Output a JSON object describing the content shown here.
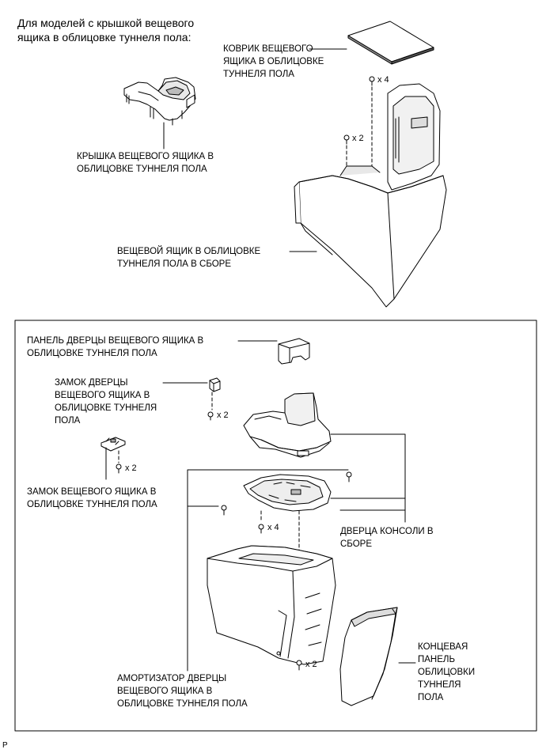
{
  "header": {
    "title_line1": "Для моделей с крышкой вещевого",
    "title_line2": "ящика в облицовке туннеля пола:"
  },
  "top_section": {
    "mat": [
      "КОВРИК ВЕЩЕВОГО",
      "ЯЩИКА В ОБЛИЦОВКЕ",
      "ТУННЕЛЯ ПОЛА"
    ],
    "lid": [
      "КРЫШКА ВЕЩЕВОГО ЯЩИКА В",
      "ОБЛИЦОВКЕ ТУННЕЛЯ ПОЛА"
    ],
    "box": [
      "ВЕЩЕВОЙ ЯЩИК В ОБЛИЦОВКЕ",
      "ТУННЕЛЯ ПОЛА В СБОРЕ"
    ],
    "qty_x4": "x 4",
    "qty_x2": "x 2"
  },
  "bottom_section": {
    "door_panel": [
      "ПАНЕЛЬ ДВЕРЦЫ ВЕЩЕВОГО ЯЩИКА В",
      "ОБЛИЦОВКЕ ТУННЕЛЯ ПОЛА"
    ],
    "door_lock": [
      "ЗАМОК ДВЕРЦЫ",
      "ВЕЩЕВОГО ЯЩИКА В",
      "ОБЛИЦОВКЕ ТУННЕЛЯ",
      "ПОЛА"
    ],
    "box_lock": [
      "ЗАМОК ВЕЩЕВОГО ЯЩИКА В",
      "ОБЛИЦОВКЕ ТУННЕЛЯ ПОЛА"
    ],
    "console_door": [
      "ДВЕРЦА КОНСОЛИ В",
      "СБОРЕ"
    ],
    "end_panel": [
      "КОНЦЕВАЯ",
      "ПАНЕЛЬ",
      "ОБЛИЦОВКИ",
      "ТУННЕЛЯ",
      "ПОЛА"
    ],
    "damper": [
      "АМОРТИЗАТОР ДВЕРЦЫ",
      "ВЕЩЕВОГО ЯЩИКА В",
      "ОБЛИЦОВКЕ ТУННЕЛЯ ПОЛА"
    ],
    "qty_door_lock": "x 2",
    "qty_box_lock": "x 2",
    "qty_console": "x 4",
    "qty_bottom": "x 2"
  },
  "footer": {
    "code": "P"
  }
}
